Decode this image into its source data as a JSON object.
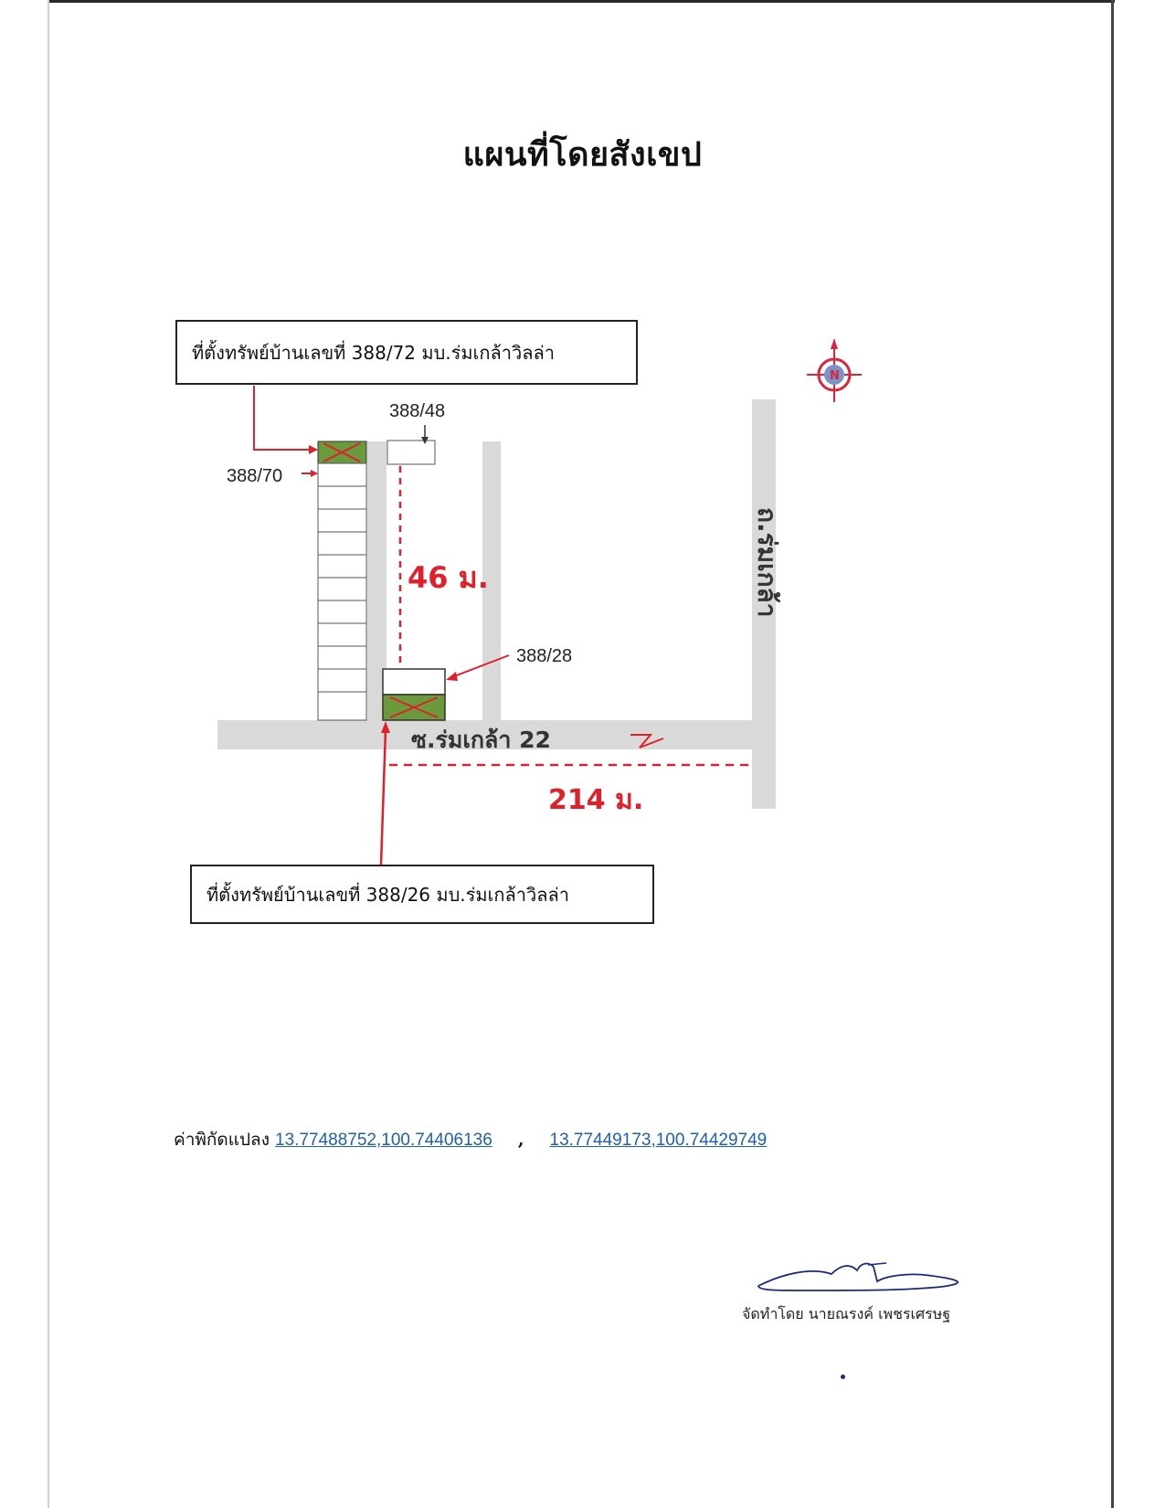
{
  "title": "แผนที่โดยสังเขป",
  "callouts": {
    "top": {
      "text": "ที่ตั้งทรัพย์บ้านเลขที่ 388/72 มบ.ร่มเกล้าวิลล่า"
    },
    "bottom": {
      "text": "ที่ตั้งทรัพย์บ้านเลขที่ 388/26 มบ.ร่มเกล้าวิลล่า"
    }
  },
  "map": {
    "house_labels": {
      "h388_48": "388/48",
      "h388_70": "388/70",
      "h388_28": "388/28"
    },
    "road_labels": {
      "soi": "ซ.ร่มเกล้า 22",
      "main_road": "ถ.ร่มเกล้า"
    },
    "distances": {
      "vertical": "46 ม.",
      "horizontal": "214 ม."
    },
    "compass_letter": "N",
    "colors": {
      "road": "#d9d9d9",
      "plot_fill": "#6a9a3c",
      "marker_red": "#e0202a",
      "compass_red": "#d7263d",
      "compass_blue": "#7d93c8"
    }
  },
  "coordinates": {
    "label": "ค่าพิกัดแปลง",
    "coord1": "13.77488752,100.74406136",
    "separator": ",",
    "coord2": "13.77449173,100.74429749"
  },
  "prepared_by": "จัดทำโดย นายณรงค์ เพชรเศรษฐ"
}
